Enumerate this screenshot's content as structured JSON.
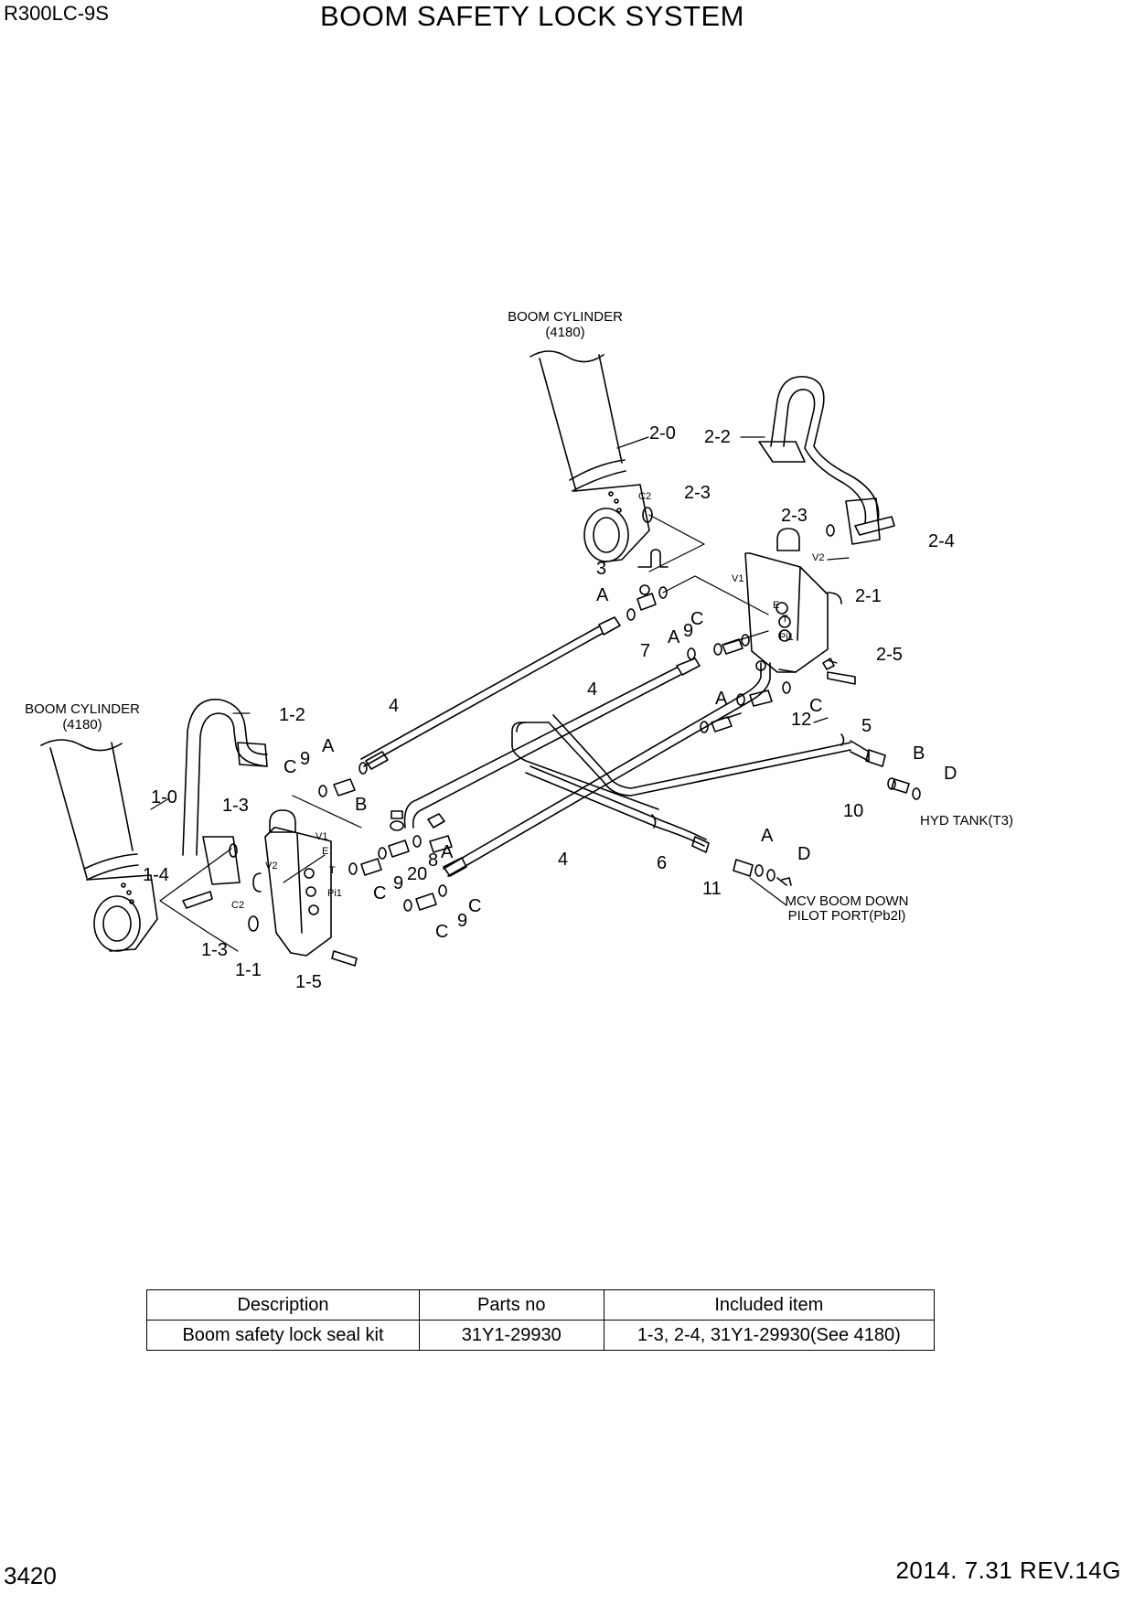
{
  "header": {
    "model": "R300LC-9S",
    "title": "BOOM SAFETY LOCK SYSTEM"
  },
  "footer": {
    "page": "3420",
    "date_rev": "2014. 7.31  REV.14G"
  },
  "annotations": {
    "boom_cyl_1": "BOOM CYLINDER",
    "boom_cyl_1_ref": "(4180)",
    "boom_cyl_2": "BOOM CYLINDER",
    "boom_cyl_2_ref": "(4180)",
    "hyd_tank": "HYD TANK(T3)",
    "mcv_1": "MCV BOOM DOWN",
    "mcv_2": "PILOT PORT(Pb2l)"
  },
  "callouts": {
    "p2_0": "2-0",
    "p2_2": "2-2",
    "p2_3a": "2-3",
    "p2_3b": "2-3",
    "p2_4": "2-4",
    "p2_1": "2-1",
    "p2_5": "2-5",
    "p3": "3",
    "p7": "7",
    "p12": "12",
    "p1_0": "1-0",
    "p1_2": "1-2",
    "p1_3a": "1-3",
    "p1_3b": "1-3",
    "p1_4": "1-4",
    "p1_1": "1-1",
    "p1_5": "1-5",
    "p4a": "4",
    "p4b": "4",
    "p4c": "4",
    "p5": "5",
    "p6": "6",
    "p8": "8",
    "p9a": "9",
    "p9b": "9",
    "p9c": "9",
    "p9d": "9",
    "p10": "10",
    "p11": "11",
    "p20": "20",
    "A1": "A",
    "A2": "A",
    "A3": "A",
    "A4": "A",
    "A5": "A",
    "A6": "A",
    "B1": "B",
    "B2": "B",
    "C1": "C",
    "C2": "C",
    "C3": "C",
    "C4": "C",
    "C5": "C",
    "C6": "C",
    "D1": "D",
    "D2": "D"
  },
  "port_marks": {
    "c2_top": "C2",
    "v2_top": "V2",
    "v1_top": "V1",
    "e_top": "E",
    "t_top": "T",
    "pi1_top": "Pi1",
    "c2_bot": "C2",
    "v1_bot": "V1",
    "v2_bot": "V2",
    "e_bot": "E",
    "t_bot": "T",
    "pi1_bot": "Pi1"
  },
  "parts_table": {
    "headers": [
      "Description",
      "Parts no",
      "Included item"
    ],
    "rows": [
      [
        "Boom safety lock seal kit",
        "31Y1-29930",
        "1-3, 2-4, 31Y1-29930(See 4180)"
      ]
    ]
  }
}
